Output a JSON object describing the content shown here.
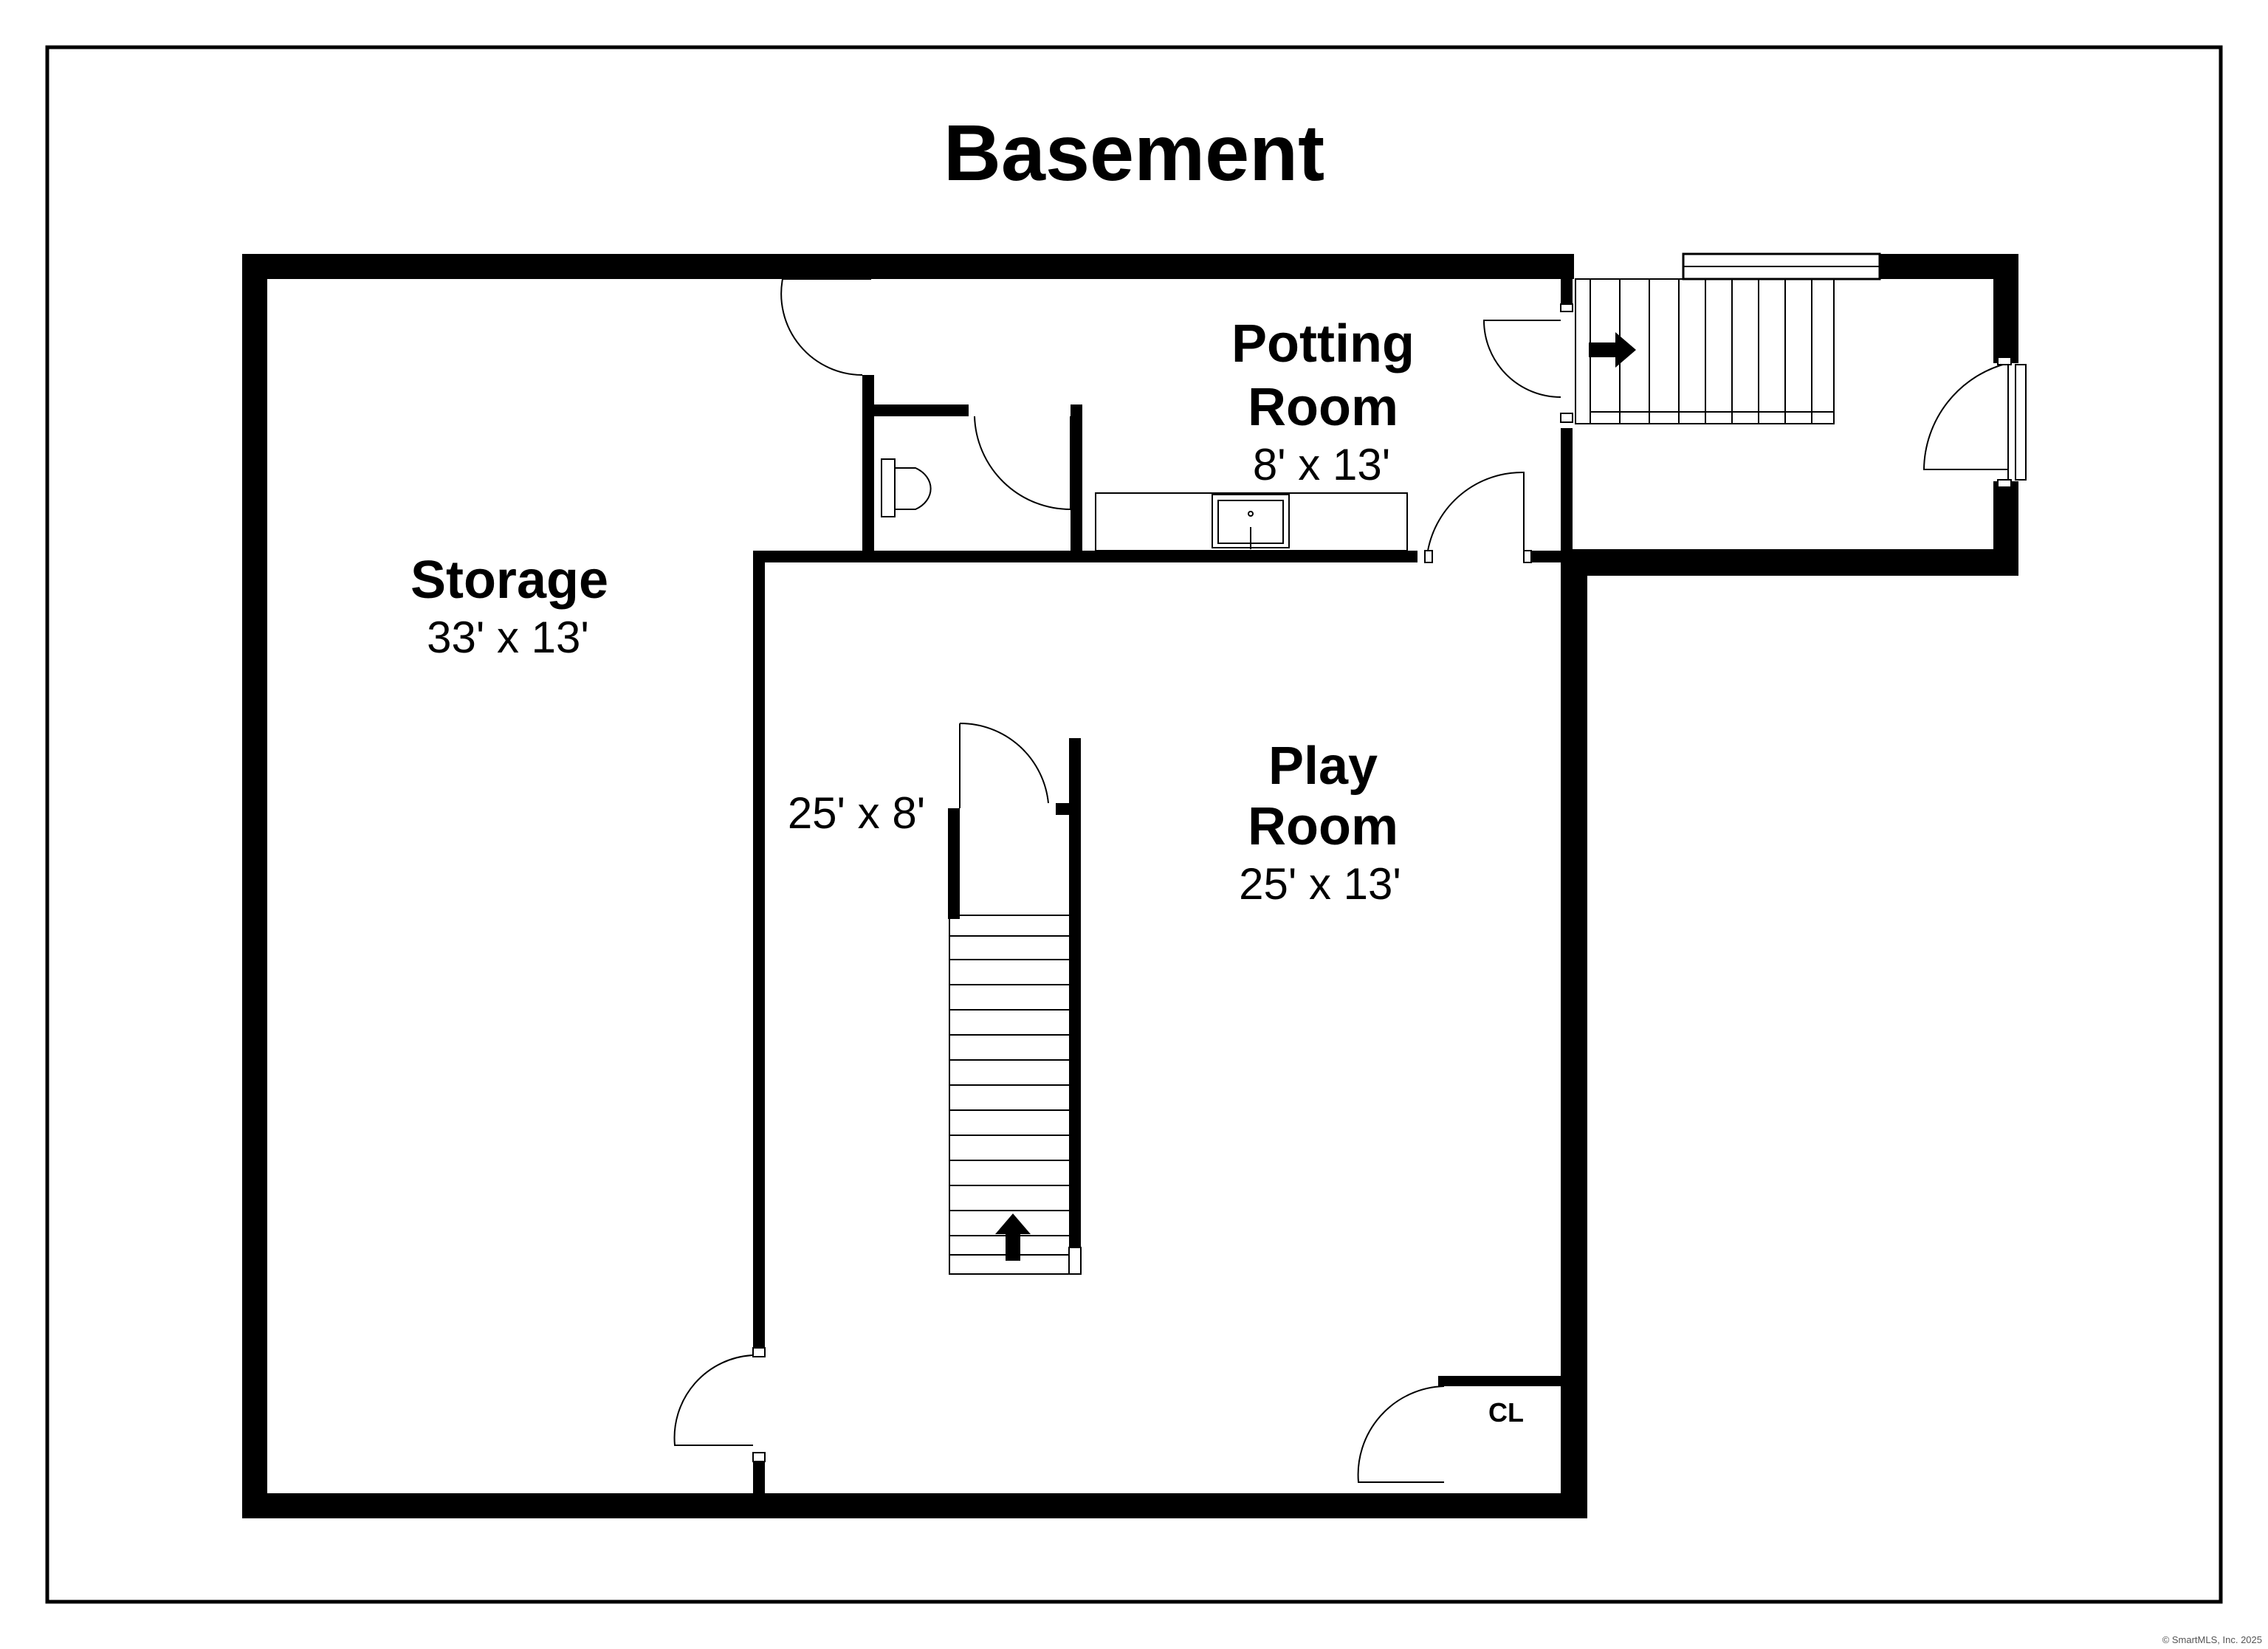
{
  "plan": {
    "title": "Basement",
    "rooms": {
      "storage": {
        "name": "Storage",
        "dims": "33' x 13'"
      },
      "play_room": {
        "name_line1": "Play",
        "name_line2": "Room",
        "dims": "25' x 13'"
      },
      "potting_room": {
        "name_line1": "Potting",
        "name_line2": "Room",
        "dims": "8' x 13'"
      },
      "stair_hall": {
        "dims": "25' x 8'"
      },
      "closet": {
        "name": "CL"
      }
    },
    "copyright": "© SmartMLS, Inc. 2025"
  }
}
